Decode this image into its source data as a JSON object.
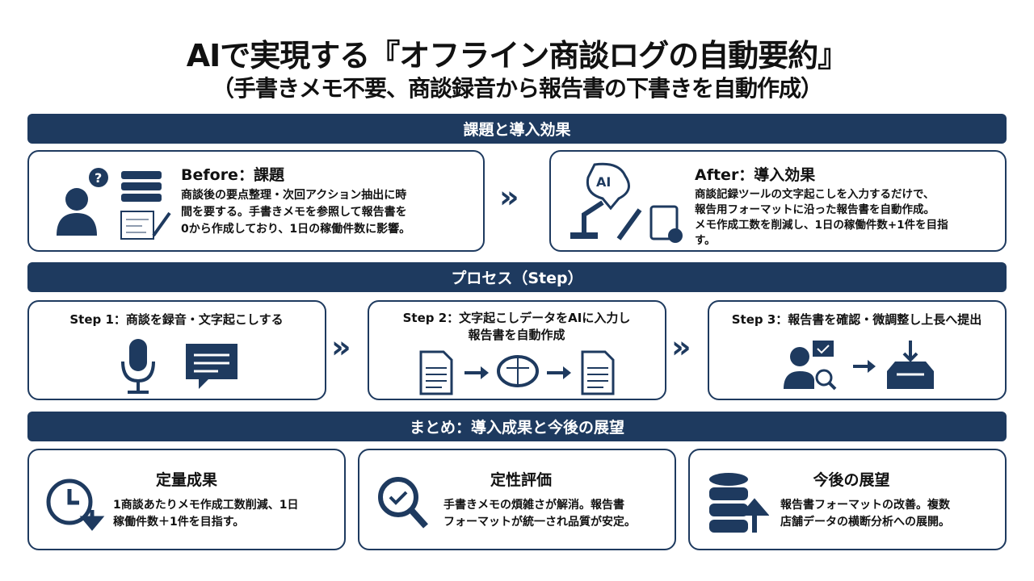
{
  "title": "AIで実現する『オフライン商談ログの自動要約』",
  "subtitle": "（手書きメモ不要、商談録音から報告書の下書きを自動作成）",
  "sections": {
    "issues": "課題と導入効果",
    "process": "プロセス（Step）",
    "summary": "まとめ：導入成果と今後の展望"
  },
  "before": {
    "heading": "Before：課題",
    "lines": [
      "商談後の要点整理・次回アクション抽出に時",
      "間を要する。手書きメモを参照して報告書を",
      "0から作成しており、1日の稼働件数に影響。"
    ]
  },
  "after": {
    "heading": "After：導入効果",
    "lines": [
      "商談記録ツールの文字起こしを入力するだけで、",
      "報告用フォーマットに沿った報告書を自動作成。",
      "メモ作成工数を削減し、1日の稼働件数+1件を目指",
      "す。"
    ],
    "ai_label": "AI"
  },
  "steps": [
    {
      "title": "Step 1：商談を録音・文字起こしする"
    },
    {
      "title": "Step 2：文字起こしデータをAIに入力し",
      "title2": "報告書を自動作成"
    },
    {
      "title": "Step 3：報告書を確認・微調整し上長へ提出"
    }
  ],
  "results": [
    {
      "heading": "定量成果",
      "lines": [
        "1商談あたりメモ作成工数削減、1日",
        "稼働件数＋1件を目指す。"
      ]
    },
    {
      "heading": "定性評価",
      "lines": [
        "手書きメモの煩雑さが解消。報告書",
        "フォーマットが統一され品質が安定。"
      ]
    },
    {
      "heading": "今後の展望",
      "lines": [
        "報告書フォーマットの改善。複数",
        "店舗データの横断分析への展開。"
      ]
    }
  ],
  "chevron": "»",
  "colors": {
    "navy": "#1e3a5f"
  }
}
